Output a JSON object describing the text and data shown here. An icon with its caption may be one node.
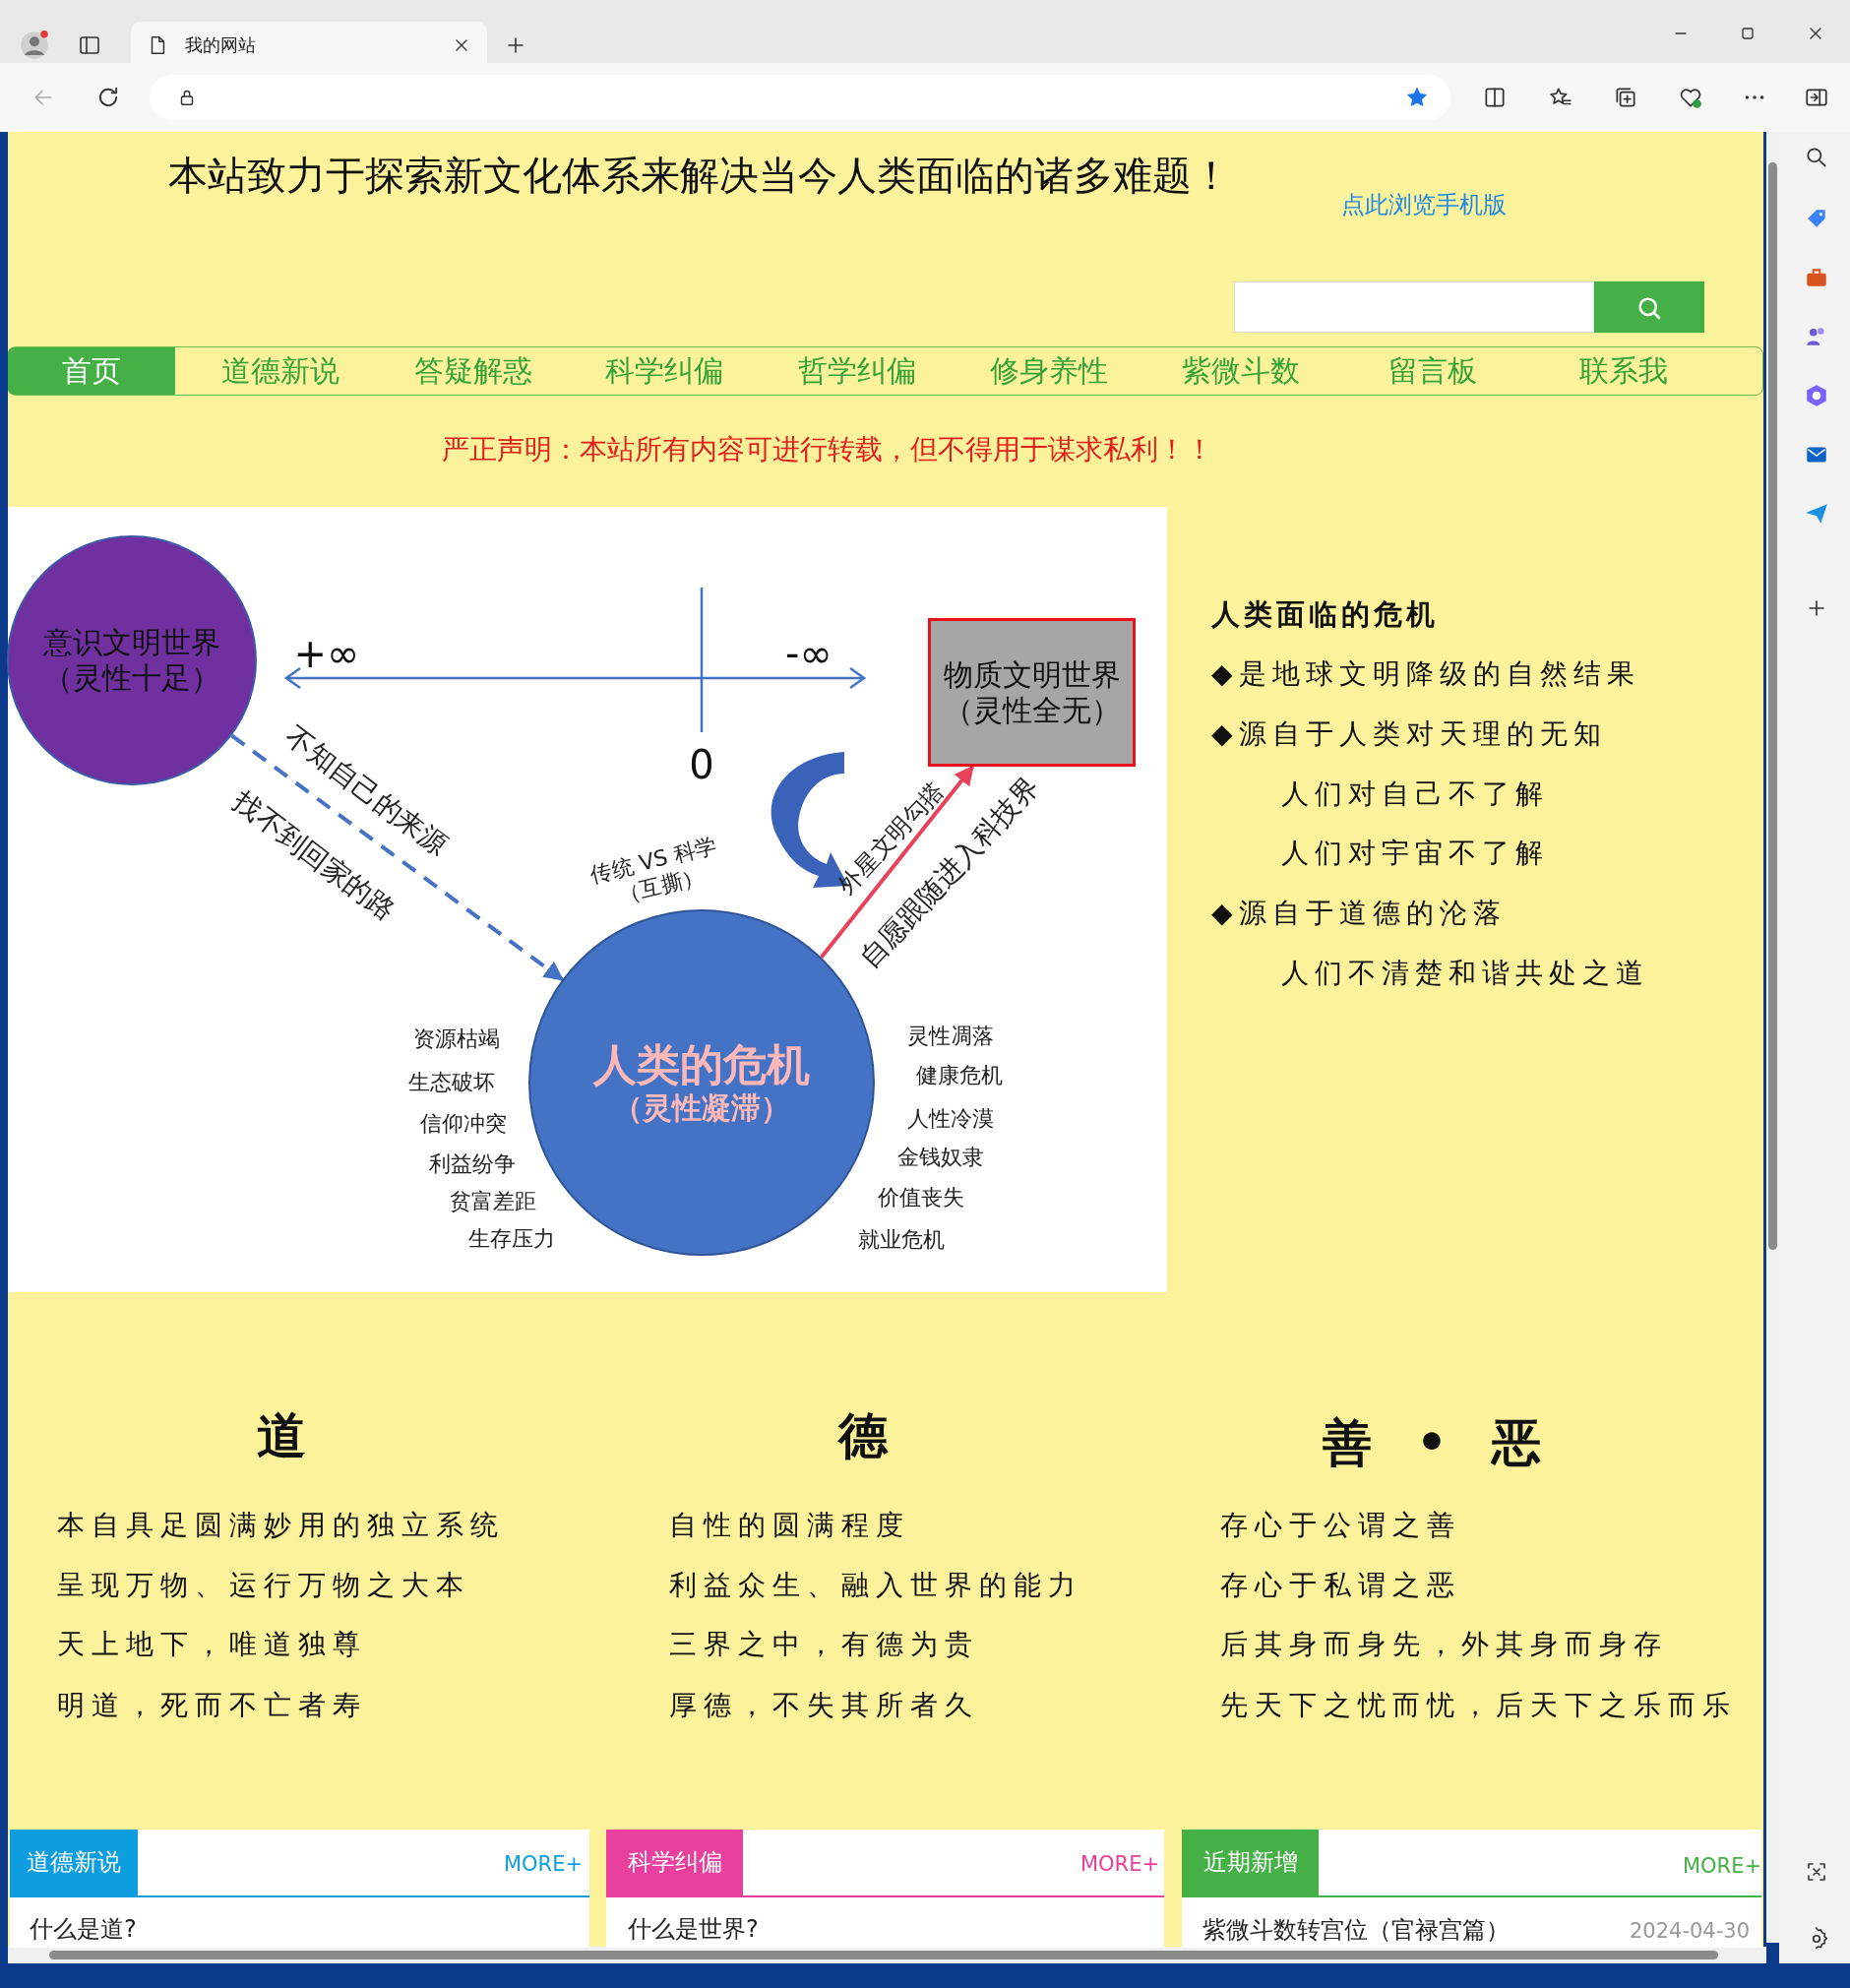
{
  "diagram": {
    "nodes": [
      {
        "text": [
          "意识文明世界",
          "（灵性十足）"
        ]
      },
      {
        "text": [
          "物质文明世界",
          "（灵性全无）"
        ]
      },
      {
        "text": [
          "人类的危机",
          "（灵性凝滞）"
        ]
      }
    ],
    "edges": [
      {
        "from": 0,
        "to": 2,
        "arrow": "to",
        "label": "不知自己的来源",
        "style": "dashed",
        "color": "#4472c4"
      },
      {
        "from": 2,
        "to": 1,
        "arrow": "to",
        "label": "自愿跟随进入科技界",
        "color": "#e8425a"
      }
    ],
    "labels": [
      "我的网站",
      "本站致力于探索新文化体系来解决当今人类面临的诸多难题！",
      "点此浏览手机版",
      "首页",
      "道德新说",
      "答疑解惑",
      "科学纠偏",
      "哲学纠偏",
      "修身养性",
      "紫微斗数",
      "留言板",
      "联系我",
      "严正声明：本站所有内容可进行转载，但不得用于谋求私利！！",
      "+∞",
      "-∞",
      "0",
      "找不到回家的路",
      "传统 VS 科学",
      "（互撕）",
      "外星文明勾搭",
      "资源枯竭",
      "生态破坏",
      "信仰冲突",
      "利益纷争",
      "贫富差距",
      "生存压力",
      "灵性凋落",
      "健康危机",
      "人性冷漠",
      "金钱奴隶",
      "价值丧失",
      "就业危机",
      "人类面临的危机",
      "◆是地球文明降级的自然结果",
      "◆源自于人类对天理的无知",
      "人们对自己不了解",
      "人们对宇宙不了解",
      "◆源自于道德的沦落",
      "人们不清楚和谐共处之道",
      "道",
      "德",
      "善 • 恶",
      "本自具足圆满妙用的独立系统",
      "呈现万物、运行万物之大本",
      "天上地下，唯道独尊",
      "明道，死而不亡者寿",
      "自性的圆满程度",
      "利益众生、融入世界的能力",
      "三界之中，有德为贵",
      "厚德，不失其所者久",
      "存心于公谓之善",
      "存心于私谓之恶",
      "后其身而身先，外其身而身存",
      "先天下之忧而忧，后天下之乐而乐",
      "道德新说",
      "MORE+",
      "科学纠偏",
      "MORE+",
      "近期新增",
      "MORE+",
      "什么是道?",
      "什么是世界?",
      "紫微斗数转宫位（官禄宫篇）",
      "2024-04-30"
    ]
  }
}
